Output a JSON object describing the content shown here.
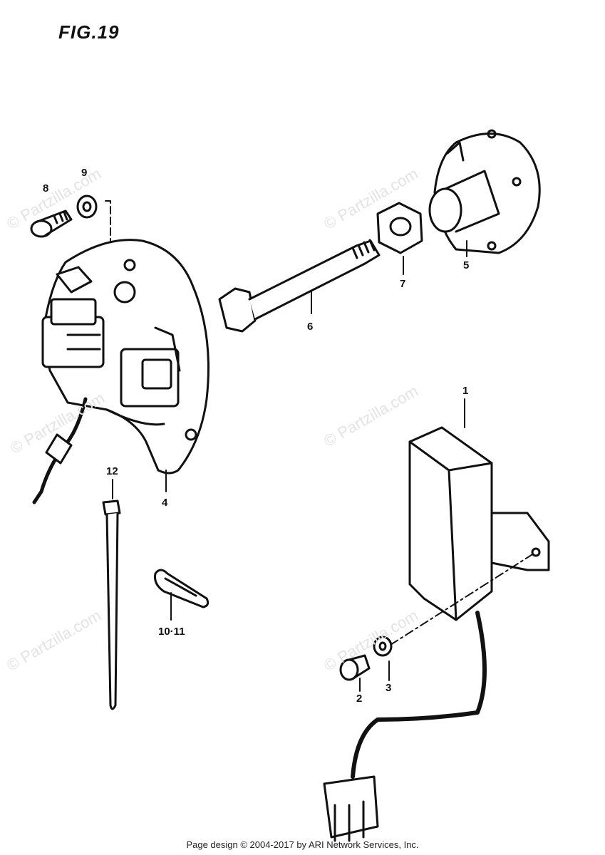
{
  "figure": {
    "title": "FIG.19"
  },
  "callouts": {
    "c1": "1",
    "c2": "2",
    "c3": "3",
    "c4": "4",
    "c5": "5",
    "c6": "6",
    "c7": "7",
    "c8": "8",
    "c9": "9",
    "c10_11": "10·11",
    "c12": "12"
  },
  "watermark": "© Partzilla.com",
  "footer": "Page design © 2004-2017 by ARI Network Services, Inc."
}
